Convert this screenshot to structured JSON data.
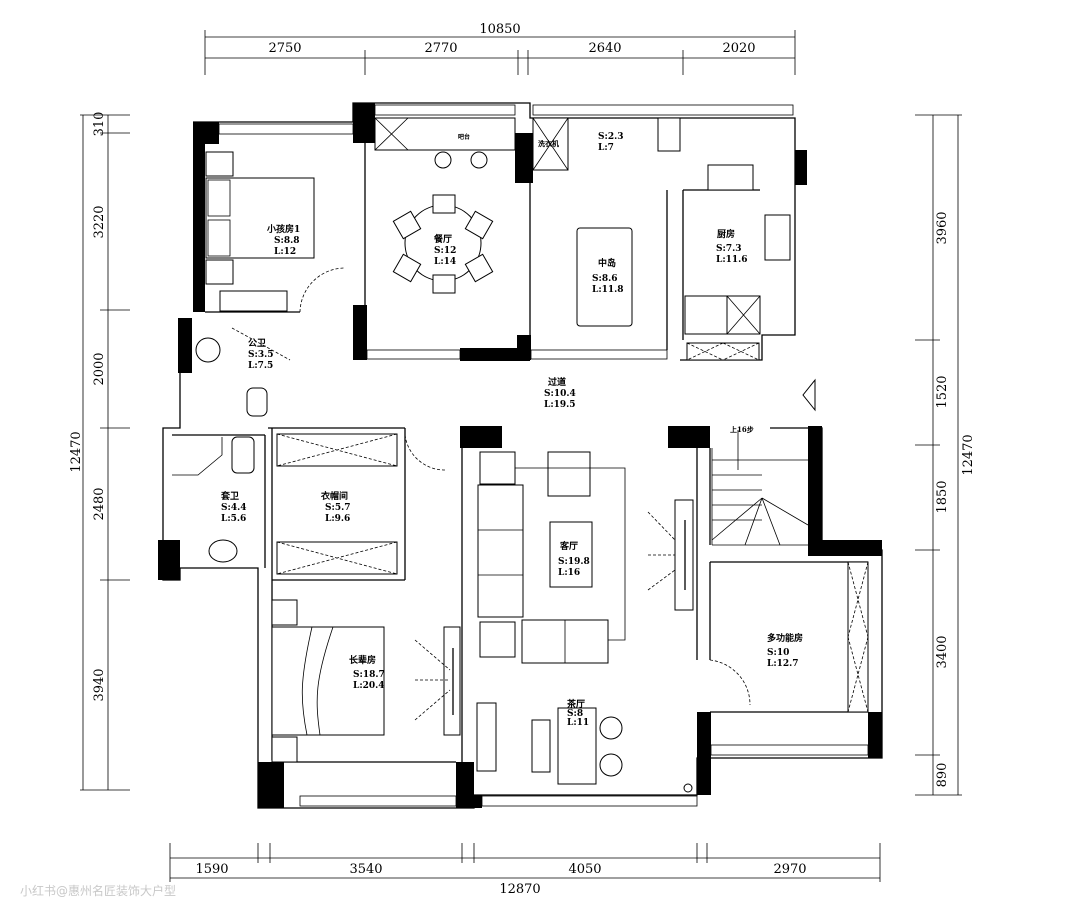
{
  "dimensions": {
    "top_total": "10850",
    "top": [
      "2750",
      "2770",
      "2640",
      "2020"
    ],
    "left_total": "12470",
    "left": [
      "310",
      "3220",
      "2000",
      "2480",
      "3940"
    ],
    "right_total": "12470",
    "right": [
      "3960",
      "1520",
      "1850",
      "3400",
      "890"
    ],
    "bottom_total": "12870",
    "bottom": [
      "1590",
      "3540",
      "4050",
      "2970"
    ]
  },
  "rooms": {
    "child_room": {
      "name": "小孩房1",
      "s": "S:8.8",
      "l": "L:12"
    },
    "bar": {
      "name": "吧台"
    },
    "dining": {
      "name": "餐厅",
      "s": "S:12",
      "l": "L:14"
    },
    "laundry": {
      "name": "洗衣机",
      "s": "S:2.3",
      "l": "L:7"
    },
    "island": {
      "name": "中岛",
      "s": "S:8.6",
      "l": "L:11.8"
    },
    "kitchen": {
      "name": "厨房",
      "s": "S:7.3",
      "l": "L:11.6"
    },
    "public_bath": {
      "name": "公卫",
      "s": "S:3.5",
      "l": "L:7.5"
    },
    "corridor": {
      "name": "过道",
      "s": "S:10.4",
      "l": "L:19.5"
    },
    "stairs": {
      "name": "上16步"
    },
    "ensuite": {
      "name": "套卫",
      "s": "S:4.4",
      "l": "L:5.6"
    },
    "closet": {
      "name": "衣帽间",
      "s": "S:5.7",
      "l": "L:9.6"
    },
    "living": {
      "name": "客厅",
      "s": "S:19.8",
      "l": "L:16"
    },
    "elder_room": {
      "name": "长辈房",
      "s": "S:18.7",
      "l": "L:20.4"
    },
    "tea": {
      "name": "茶厅",
      "s": "S:8",
      "l": "L:11"
    },
    "multi": {
      "name": "多功能房",
      "s": "S:10",
      "l": "L:12.7"
    }
  },
  "watermark": "小红书@惠州名匠装饰大户型"
}
